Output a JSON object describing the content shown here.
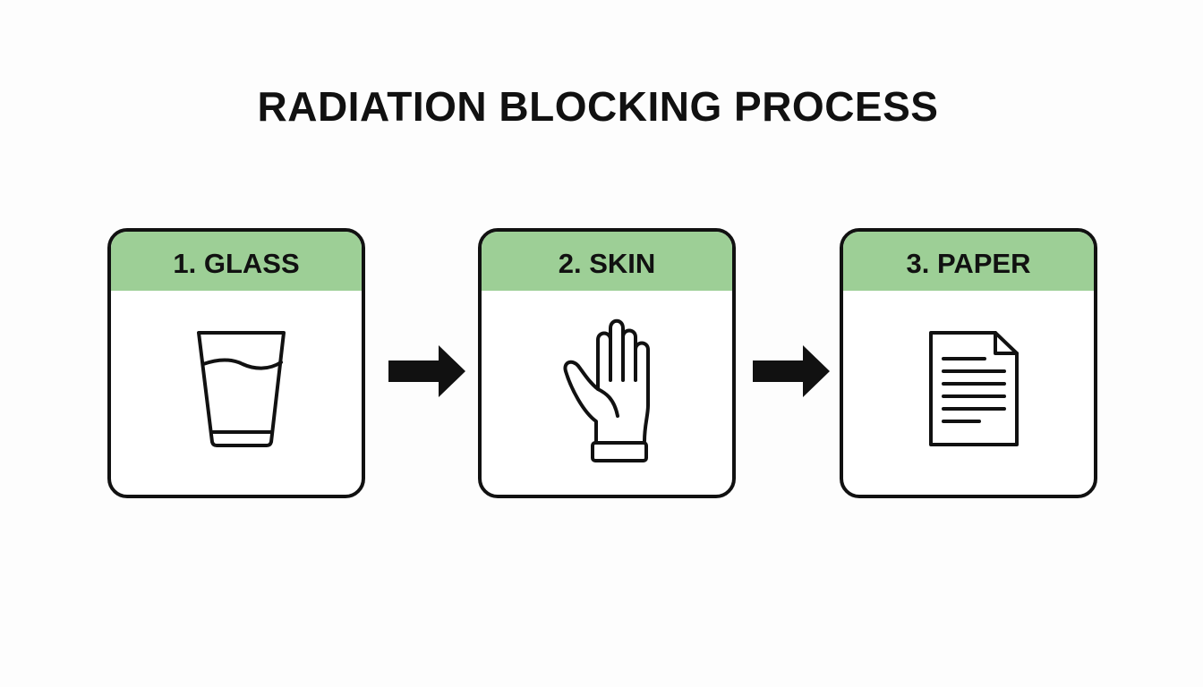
{
  "title": "RADIATION BLOCKING PROCESS",
  "colors": {
    "header_fill": "#9dcf96",
    "stroke": "#111111",
    "background": "#fdfdfd"
  },
  "steps": [
    {
      "label": "1. GLASS",
      "icon": "glass-icon"
    },
    {
      "label": "2. SKIN",
      "icon": "hand-icon"
    },
    {
      "label": "3. PAPER",
      "icon": "paper-document-icon"
    }
  ],
  "connectors": [
    "arrow-right-icon",
    "arrow-right-icon"
  ]
}
